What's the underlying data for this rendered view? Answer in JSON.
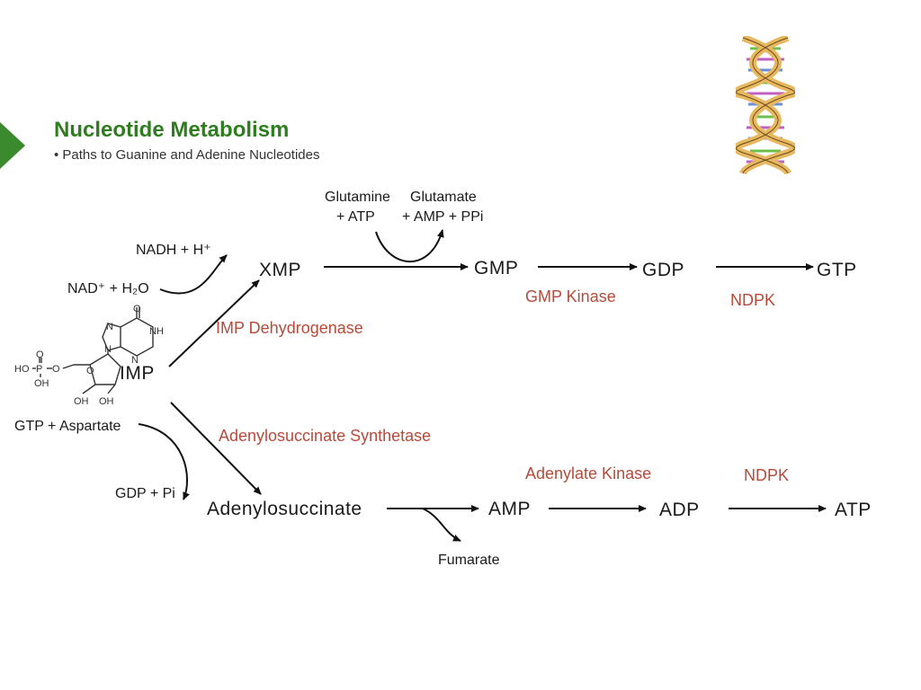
{
  "slide": {
    "title": "Nucleotide Metabolism",
    "bullet": "Paths to Guanine and Adenine Nucleotides",
    "accent": "#3c8a2e"
  },
  "cofactors": {
    "glutamine": "Glutamine",
    "atp_plus": "+ ATP",
    "glutamate": "Glutamate",
    "amp_ppi": "+ AMP + PPi",
    "nadh": "NADH + H⁺",
    "nad": "NAD⁺ + H₂O",
    "gtp_asp": "GTP + Aspartate",
    "gdp_pi": "GDP + Pi",
    "fumarate": "Fumarate"
  },
  "metabolites": {
    "xmp": "XMP",
    "gmp": "GMP",
    "gdp": "GDP",
    "gtp": "GTP",
    "imp": "IMP",
    "adenylosuccinate": "Adenylosuccinate",
    "amp": "AMP",
    "adp": "ADP",
    "atp": "ATP"
  },
  "enzymes": {
    "gmp_kinase": "GMP Kinase",
    "ndpk_top": "NDPK",
    "imp_dh": "IMP Dehydrogenase",
    "adenylosucc_synth": "Adenylosuccinate Synthetase",
    "adenylate_kinase": "Adenylate Kinase",
    "ndpk_bottom": "NDPK"
  },
  "structure_labels": {
    "n7": "N",
    "o6": "O",
    "nh": "NH",
    "n9": "N",
    "n3": "N",
    "ho": "HO",
    "p": "P",
    "o1": "O",
    "o2": "O",
    "oh_p": "OH",
    "o_ring": "O",
    "oh2": "OH",
    "oh3": "OH"
  }
}
